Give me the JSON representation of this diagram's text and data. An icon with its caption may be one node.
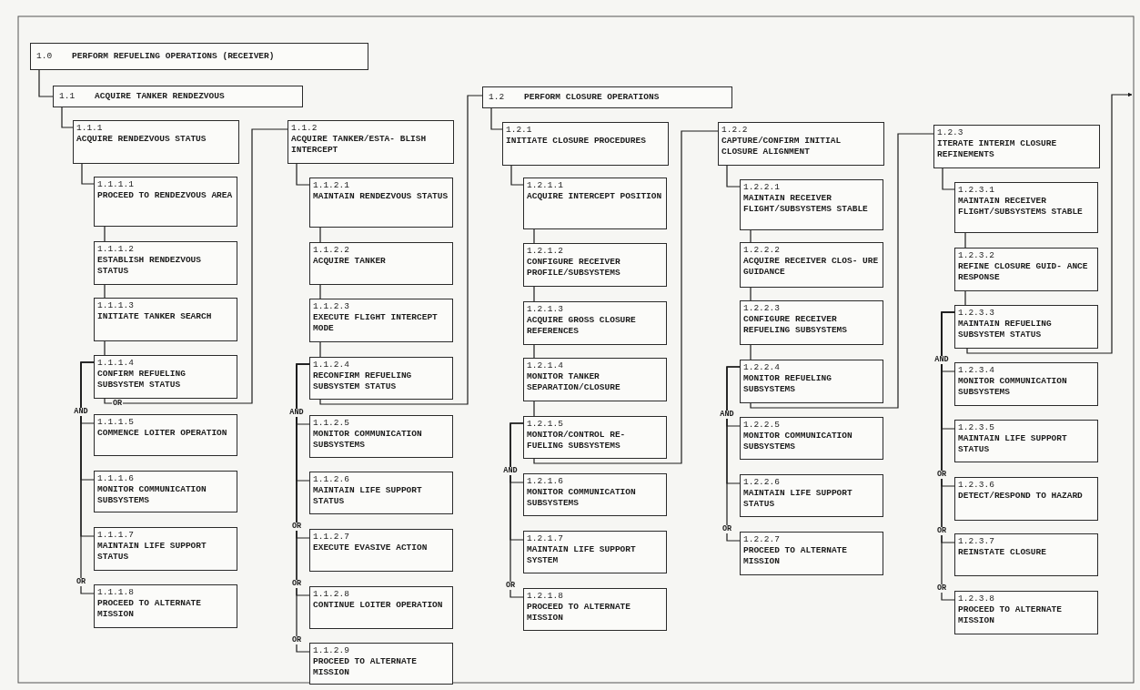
{
  "diagram": {
    "nodes": [
      {
        "text": [
          "1.0",
          "PERFORM REFUELING OPERATIONS (RECEIVER)"
        ]
      },
      {
        "text": [
          "1.1",
          "ACQUIRE TANKER RENDEZVOUS"
        ]
      },
      {
        "text": [
          "1.1.1",
          "ACQUIRE RENDEZVOUS STATUS"
        ]
      },
      {
        "text": [
          "1.1.1.1",
          "PROCEED TO RENDEZVOUS AREA"
        ]
      },
      {
        "text": [
          "1.1.1.2",
          "ESTABLISH RENDEZVOUS STATUS"
        ]
      },
      {
        "text": [
          "1.1.1.3",
          "INITIATE TANKER SEARCH"
        ]
      },
      {
        "text": [
          "1.1.1.4",
          "CONFIRM REFUELING SUBSYSTEM STATUS"
        ]
      },
      {
        "text": [
          "1.1.1.5",
          "COMMENCE LOITER OPERATION"
        ]
      },
      {
        "text": [
          "1.1.1.6",
          "MONITOR COMMUNICATION SUBSYSTEMS"
        ]
      },
      {
        "text": [
          "1.1.1.7",
          "MAINTAIN LIFE SUPPORT STATUS"
        ]
      },
      {
        "text": [
          "1.1.1.8",
          "PROCEED TO ALTERNATE MISSION"
        ]
      },
      {
        "text": [
          "1.1.2",
          "ACQUIRE TANKER/ESTA- BLISH INTERCEPT"
        ]
      },
      {
        "text": [
          "1.1.2.1",
          "MAINTAIN RENDEZVOUS STATUS"
        ]
      },
      {
        "text": [
          "1.1.2.2",
          "ACQUIRE TANKER"
        ]
      },
      {
        "text": [
          "1.1.2.3",
          "EXECUTE FLIGHT INTERCEPT MODE"
        ]
      },
      {
        "text": [
          "1.1.2.4",
          "RECONFIRM REFUELING SUBSYSTEM STATUS"
        ]
      },
      {
        "text": [
          "1.1.2.5",
          "MONITOR COMMUNICATION SUBSYSTEMS"
        ]
      },
      {
        "text": [
          "1.1.2.6",
          "MAINTAIN LIFE SUPPORT STATUS"
        ]
      },
      {
        "text": [
          "1.1.2.7",
          "EXECUTE EVASIVE ACTION"
        ]
      },
      {
        "text": [
          "1.1.2.8",
          "CONTINUE LOITER OPERATION"
        ]
      },
      {
        "text": [
          "1.1.2.9",
          "PROCEED TO ALTERNATE MISSION"
        ]
      },
      {
        "text": [
          "1.2",
          "PERFORM CLOSURE OPERATIONS"
        ]
      },
      {
        "text": [
          "1.2.1",
          "INITIATE CLOSURE PROCEDURES"
        ]
      },
      {
        "text": [
          "1.2.1.1",
          "ACQUIRE INTERCEPT POSITION"
        ]
      },
      {
        "text": [
          "1.2.1.2",
          "CONFIGURE RECEIVER PROFILE/SUBSYSTEMS"
        ]
      },
      {
        "text": [
          "1.2.1.3",
          "ACQUIRE GROSS CLOSURE REFERENCES"
        ]
      },
      {
        "text": [
          "1.2.1.4",
          "MONITOR TANKER SEPARATION/CLOSURE"
        ]
      },
      {
        "text": [
          "1.2.1.5",
          "MONITOR/CONTROL RE- FUELING SUBSYSTEMS"
        ]
      },
      {
        "text": [
          "1.2.1.6",
          "MONITOR COMMUNICATION SUBSYSTEMS"
        ]
      },
      {
        "text": [
          "1.2.1.7",
          "MAINTAIN LIFE SUPPORT SYSTEM"
        ]
      },
      {
        "text": [
          "1.2.1.8",
          "PROCEED TO ALTERNATE MISSION"
        ]
      },
      {
        "text": [
          "1.2.2",
          "CAPTURE/CONFIRM INITIAL CLOSURE ALIGNMENT"
        ]
      },
      {
        "text": [
          "1.2.2.1",
          "MAINTAIN RECEIVER FLIGHT/SUBSYSTEMS STABLE"
        ]
      },
      {
        "text": [
          "1.2.2.2",
          "ACQUIRE RECEIVER CLOS- URE GUIDANCE"
        ]
      },
      {
        "text": [
          "1.2.2.3",
          "CONFIGURE RECEIVER REFUELING SUBSYSTEMS"
        ]
      },
      {
        "text": [
          "1.2.2.4",
          "MONITOR REFUELING SUBSYSTEMS"
        ]
      },
      {
        "text": [
          "1.2.2.5",
          "MONITOR COMMUNICATION SUBSYSTEMS"
        ]
      },
      {
        "text": [
          "1.2.2.6",
          "MAINTAIN LIFE SUPPORT STATUS"
        ]
      },
      {
        "text": [
          "1.2.2.7",
          "PROCEED TO ALTERNATE MISSION"
        ]
      },
      {
        "text": [
          "1.2.3",
          "ITERATE INTERIM CLOSURE REFINEMENTS"
        ]
      },
      {
        "text": [
          "1.2.3.1",
          "MAINTAIN RECEIVER FLIGHT/SUBSYSTEMS STABLE"
        ]
      },
      {
        "text": [
          "1.2.3.2",
          "REFINE CLOSURE GUID- ANCE RESPONSE"
        ]
      },
      {
        "text": [
          "1.2.3.3",
          "MAINTAIN REFUELING SUBSYSTEM STATUS"
        ]
      },
      {
        "text": [
          "1.2.3.4",
          "MONITOR COMMUNICATION SUBSYSTEMS"
        ]
      },
      {
        "text": [
          "1.2.3.5",
          "MAINTAIN LIFE SUPPORT STATUS"
        ]
      },
      {
        "text": [
          "1.2.3.6",
          "DETECT/RESPOND TO HAZARD"
        ]
      },
      {
        "text": [
          "1.2.3.7",
          "REINSTATE CLOSURE"
        ]
      },
      {
        "text": [
          "1.2.3.8",
          "PROCEED TO ALTERNATE MISSION"
        ]
      }
    ],
    "edges": [
      {
        "from": 0,
        "to": 1,
        "arrow": "none"
      },
      {
        "from": 1,
        "to": 2,
        "arrow": "none"
      },
      {
        "from": 2,
        "to": 3,
        "arrow": "none"
      },
      {
        "from": 3,
        "to": 4,
        "arrow": "none"
      },
      {
        "from": 4,
        "to": 5,
        "arrow": "none"
      },
      {
        "from": 5,
        "to": 6,
        "arrow": "none"
      },
      {
        "from": 6,
        "to": 11,
        "arrow": "none",
        "label": "OR"
      },
      {
        "from": 6,
        "to": 7,
        "arrow": "none",
        "label": "AND"
      },
      {
        "from": 6,
        "to": 8,
        "arrow": "none"
      },
      {
        "from": 6,
        "to": 9,
        "arrow": "none"
      },
      {
        "from": 6,
        "to": 10,
        "arrow": "none",
        "label": "OR"
      },
      {
        "from": 11,
        "to": 12,
        "arrow": "none"
      },
      {
        "from": 12,
        "to": 13,
        "arrow": "none"
      },
      {
        "from": 13,
        "to": 14,
        "arrow": "none"
      },
      {
        "from": 14,
        "to": 15,
        "arrow": "none"
      },
      {
        "from": 15,
        "to": 21,
        "arrow": "none"
      },
      {
        "from": 15,
        "to": 16,
        "arrow": "none",
        "label": "AND"
      },
      {
        "from": 15,
        "to": 17,
        "arrow": "none"
      },
      {
        "from": 15,
        "to": 18,
        "arrow": "none",
        "label": "OR"
      },
      {
        "from": 15,
        "to": 19,
        "arrow": "none",
        "label": "OR"
      },
      {
        "from": 15,
        "to": 20,
        "arrow": "none",
        "label": "OR"
      },
      {
        "from": 21,
        "to": 22,
        "arrow": "none"
      },
      {
        "from": 22,
        "to": 23,
        "arrow": "none"
      },
      {
        "from": 23,
        "to": 24,
        "arrow": "none"
      },
      {
        "from": 24,
        "to": 25,
        "arrow": "none"
      },
      {
        "from": 25,
        "to": 26,
        "arrow": "none"
      },
      {
        "from": 26,
        "to": 27,
        "arrow": "none"
      },
      {
        "from": 27,
        "to": 31,
        "arrow": "none"
      },
      {
        "from": 27,
        "to": 28,
        "arrow": "none",
        "label": "AND"
      },
      {
        "from": 27,
        "to": 29,
        "arrow": "none"
      },
      {
        "from": 27,
        "to": 30,
        "arrow": "none",
        "label": "OR"
      },
      {
        "from": 31,
        "to": 32,
        "arrow": "none"
      },
      {
        "from": 32,
        "to": 33,
        "arrow": "none"
      },
      {
        "from": 33,
        "to": 34,
        "arrow": "none"
      },
      {
        "from": 34,
        "to": 35,
        "arrow": "none"
      },
      {
        "from": 35,
        "to": 39,
        "arrow": "none"
      },
      {
        "from": 35,
        "to": 36,
        "arrow": "none",
        "label": "AND"
      },
      {
        "from": 35,
        "to": 37,
        "arrow": "none"
      },
      {
        "from": 35,
        "to": 38,
        "arrow": "none",
        "label": "OR"
      },
      {
        "from": 39,
        "to": 40,
        "arrow": "none"
      },
      {
        "from": 40,
        "to": 41,
        "arrow": "none"
      },
      {
        "from": 41,
        "to": 42,
        "arrow": "none"
      },
      {
        "from": 42,
        "to": null,
        "arrow": "to"
      },
      {
        "from": 42,
        "to": 43,
        "arrow": "none",
        "label": "AND"
      },
      {
        "from": 42,
        "to": 44,
        "arrow": "none"
      },
      {
        "from": 42,
        "to": 45,
        "arrow": "none",
        "label": "OR"
      },
      {
        "from": 42,
        "to": 46,
        "arrow": "none",
        "label": "OR"
      },
      {
        "from": 42,
        "to": 47,
        "arrow": "none",
        "label": "OR"
      }
    ]
  }
}
